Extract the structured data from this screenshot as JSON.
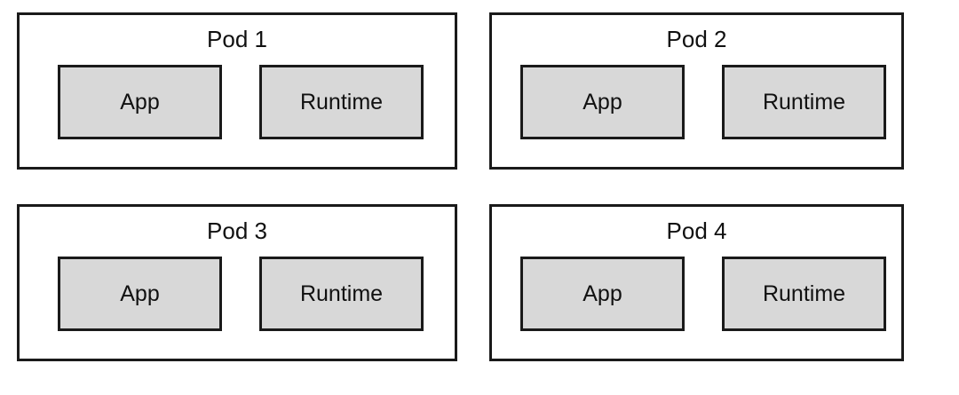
{
  "pods": [
    {
      "title": "Pod 1",
      "app_label": "App",
      "runtime_label": "Runtime"
    },
    {
      "title": "Pod 2",
      "app_label": "App",
      "runtime_label": "Runtime"
    },
    {
      "title": "Pod 3",
      "app_label": "App",
      "runtime_label": "Runtime"
    },
    {
      "title": "Pod 4",
      "app_label": "App",
      "runtime_label": "Runtime"
    }
  ],
  "colors": {
    "border": "#1a1a1a",
    "box_fill": "#d8d8d8",
    "background": "#ffffff"
  }
}
